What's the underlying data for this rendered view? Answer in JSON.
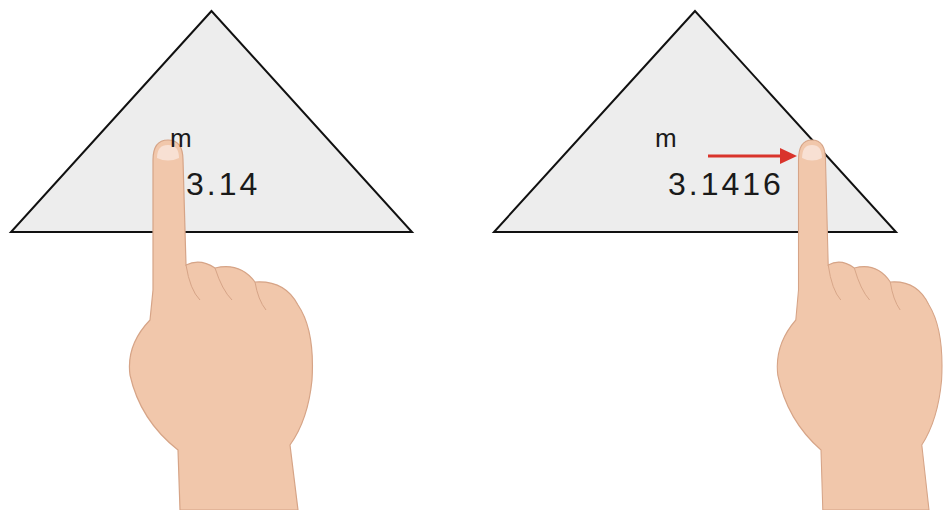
{
  "diagram": {
    "nodes": [
      {
        "text": [
          "m",
          "3.14"
        ]
      },
      {
        "text": [
          "m",
          "3.1416"
        ]
      }
    ]
  }
}
